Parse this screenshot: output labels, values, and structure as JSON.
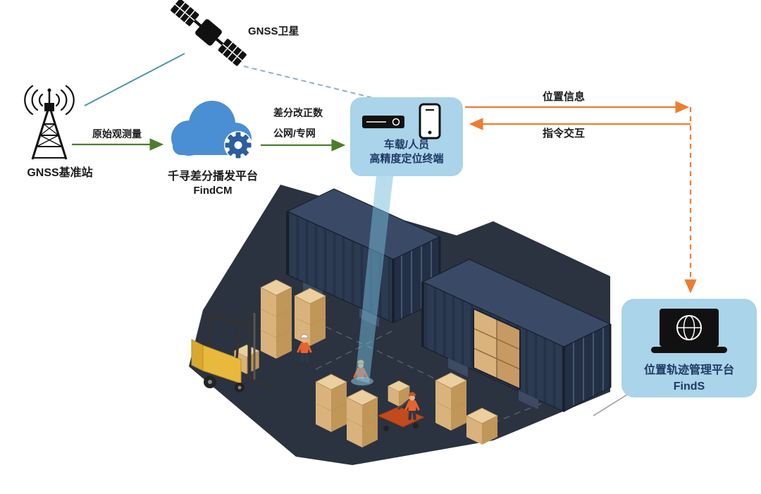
{
  "colors": {
    "panel_bg": "#A9D4EA",
    "navy_text": "#1F3864",
    "green_arrow": "#4C7D2B",
    "orange_arrow": "#ED7D31",
    "teal_line": "#4E96A8",
    "dashed_blue_line": "#93AFC7",
    "cloud_blue": "#4A8FD3",
    "gear_blue": "#2C5D9E",
    "container_navy": "#2C3A52",
    "floor_dark": "#2B3240",
    "carton_tan": "#D9B27C",
    "forklift_yellow": "#E8B93C"
  },
  "nodes": {
    "satellite": {
      "label": "GNSS卫星",
      "icon": "satellite-icon"
    },
    "base_station": {
      "label": "GNSS基准站",
      "icon": "radio-tower-icon"
    },
    "findcm": {
      "name": "千寻差分播发平台",
      "product": "FindCM",
      "icon": "cloud-gear-icon"
    },
    "terminal": {
      "line1": "车载/人员",
      "line2": "高精度定位终端",
      "icons": [
        "vehicle-terminal-icon",
        "smartphone-icon"
      ]
    },
    "finds": {
      "name": "位置轨迹管理平台",
      "product": "FindS",
      "icon": "laptop-globe-icon"
    }
  },
  "links": {
    "raw_observation": {
      "label": "原始观测量"
    },
    "diff_correction": {
      "label_line1": "差分改正数",
      "label_line2": "公网/专网"
    },
    "position_info": {
      "label": "位置信息"
    },
    "command_interaction": {
      "label": "指令交互"
    }
  }
}
